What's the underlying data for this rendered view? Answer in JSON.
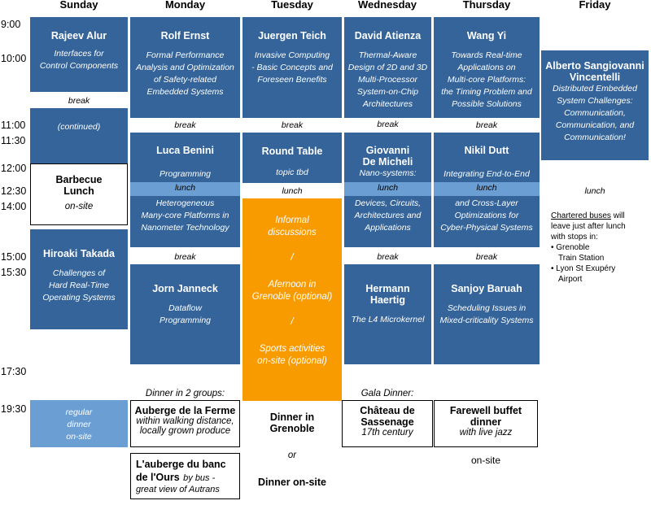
{
  "days": [
    "Sunday",
    "Monday",
    "Tuesday",
    "Wednesday",
    "Thursday",
    "Friday"
  ],
  "times": [
    "9:00",
    "10:00",
    "11:00",
    "11:30",
    "12:00",
    "12:30",
    "14:00",
    "15:00",
    "15:30",
    "17:30",
    "19:30"
  ],
  "colors": {
    "blue": "#34649a",
    "light_blue": "#6b9ed2",
    "orange": "#f79b00"
  },
  "break_label": "break",
  "lunch_label": "lunch",
  "sunday": {
    "s1_name": "Rajeev Alur",
    "s1_talk": [
      "Interfaces for",
      "Control Components"
    ],
    "continued": "(continued)",
    "bbq": [
      "Barbecue",
      "Lunch"
    ],
    "bbq_sub": "on-site",
    "s2_name": "Hiroaki Takada",
    "s2_talk": [
      "Challenges of",
      "Hard Real-Time",
      "Operating Systems"
    ],
    "dinner": [
      "regular",
      "dinner",
      "on-site"
    ]
  },
  "monday": {
    "s1_name": "Rolf Ernst",
    "s1_talk": [
      "Formal Performance",
      "Analysis and Optimization",
      "of Safety-related",
      "Embedded Systems"
    ],
    "s2_name": "Luca Benini",
    "s2_talk_a": "Programming",
    "s2_talk_b": [
      "Heterogeneous",
      "Many-core Platforms in",
      "Nanometer Technology"
    ],
    "s3_name": "Jorn Janneck",
    "s3_talk": [
      "Dataflow",
      "Programming"
    ],
    "dinner_header": "Dinner in 2 groups:",
    "d1_name": "Auberge de la Ferme",
    "d1_sub": [
      "within walking distance,",
      "locally grown produce"
    ],
    "d2_name": [
      "L'auberge du banc",
      "de l'Ours"
    ],
    "d2_sub_a": "by bus -",
    "d2_sub_b": "great view of Autrans"
  },
  "tuesday": {
    "s1_name": "Juergen Teich",
    "s1_talk": [
      "Invasive Computing",
      "- Basic Concepts and",
      "Foreseen Benefits"
    ],
    "s2_name": "Round Table",
    "s2_talk": "topic tbd",
    "informal": [
      "Informal",
      "discussions",
      "/",
      "Afernoon in",
      "Grenoble (optional)",
      "/",
      "Sports activities",
      "on-site (optional)"
    ],
    "dinner1": [
      "Dinner in",
      "Grenoble"
    ],
    "or": "or",
    "dinner2": "Dinner on-site"
  },
  "wednesday": {
    "s1_name": "David Atienza",
    "s1_talk": [
      "Thermal-Aware",
      "Design of 2D and 3D",
      "Multi-Processor",
      "System-on-Chip",
      "Architectures"
    ],
    "s2_name": [
      "Giovanni",
      "De Micheli"
    ],
    "s2_talk_a": "Nano-systems:",
    "s2_talk_b": [
      "Devices, Circuits,",
      "Architectures and",
      "Applications"
    ],
    "s3_name": [
      "Hermann",
      "Haertig"
    ],
    "s3_talk": "The L4 Microkernel",
    "dinner_header": "Gala Dinner:",
    "d_name": [
      "Château de",
      "Sassenage"
    ],
    "d_sub": "17th century"
  },
  "thursday": {
    "s1_name": "Wang Yi",
    "s1_talk": [
      "Towards Real-time",
      "Applications on",
      "Multi-core Platforms:",
      "the Timing Problem and",
      "Possible Solutions"
    ],
    "s2_name": "Nikil Dutt",
    "s2_talk_a": "Integrating End-to-End",
    "s2_talk_b": [
      "and Cross-Layer",
      "Optimizations for",
      "Cyber-Physical Systems"
    ],
    "s3_name": "Sanjoy Baruah",
    "s3_talk": [
      "Scheduling Issues in",
      "Mixed-criticality Systems"
    ],
    "d_name": [
      "Farewell buffet",
      "dinner"
    ],
    "d_sub": "with live jazz",
    "onsite": "on-site"
  },
  "friday": {
    "s1_name": [
      "Alberto Sangiovanni",
      "Vincentelli"
    ],
    "s1_talk": [
      "Distributed Embedded",
      "System Challenges:",
      "Communication,",
      "Communication, and",
      "Communication!"
    ],
    "lunch": "lunch",
    "bus_link": "Chartered buses",
    "bus_rest": [
      "will",
      "leave just after lunch",
      "with stops in:"
    ],
    "stops": [
      "• Grenoble",
      "Train Station",
      "• Lyon St Exupéry",
      "Airport"
    ]
  }
}
